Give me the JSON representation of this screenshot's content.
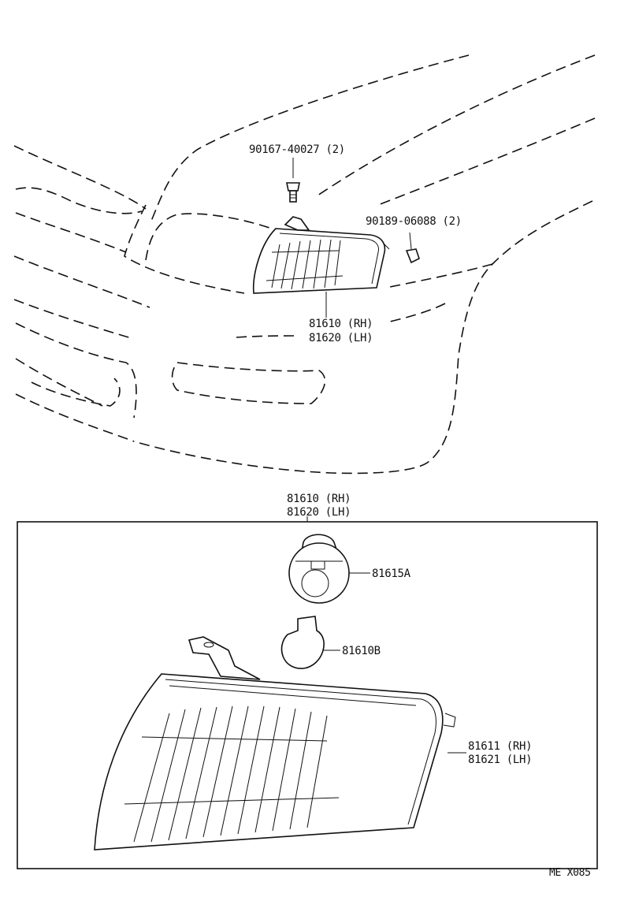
{
  "labels": {
    "screw": "90167-40027 (2)",
    "nut": "90189-06088 (2)",
    "lamp_top_rh": "81610 (RH)",
    "lamp_top_lh": "81620 (LH)",
    "assy_rh": "81610 (RH)",
    "assy_lh": "81620 (LH)",
    "socket": "81615A",
    "bulb": "81610B",
    "lens_rh": "81611 (RH)",
    "lens_lh": "81621 (LH)",
    "figure_code": "ME X085"
  }
}
